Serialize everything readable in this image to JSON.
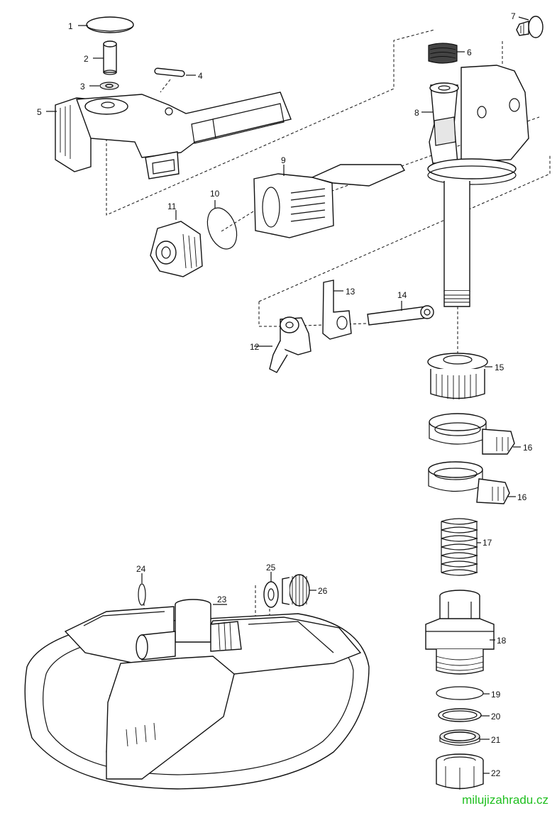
{
  "parts": {
    "p1": "1",
    "p2": "2",
    "p3": "3",
    "p4": "4",
    "p5": "5",
    "p6": "6",
    "p7": "7",
    "p8": "8",
    "p9": "9",
    "p10": "10",
    "p11": "11",
    "p12": "12",
    "p13": "13",
    "p14": "14",
    "p15": "15",
    "p16a": "16",
    "p16b": "16",
    "p17": "17",
    "p18": "18",
    "p19": "19",
    "p20": "20",
    "p21": "21",
    "p22": "22",
    "p23": "23",
    "p24": "24",
    "p25": "25",
    "p26": "26"
  },
  "watermark": {
    "text": "milujizahradu.cz",
    "color": "#1fbf1f"
  }
}
